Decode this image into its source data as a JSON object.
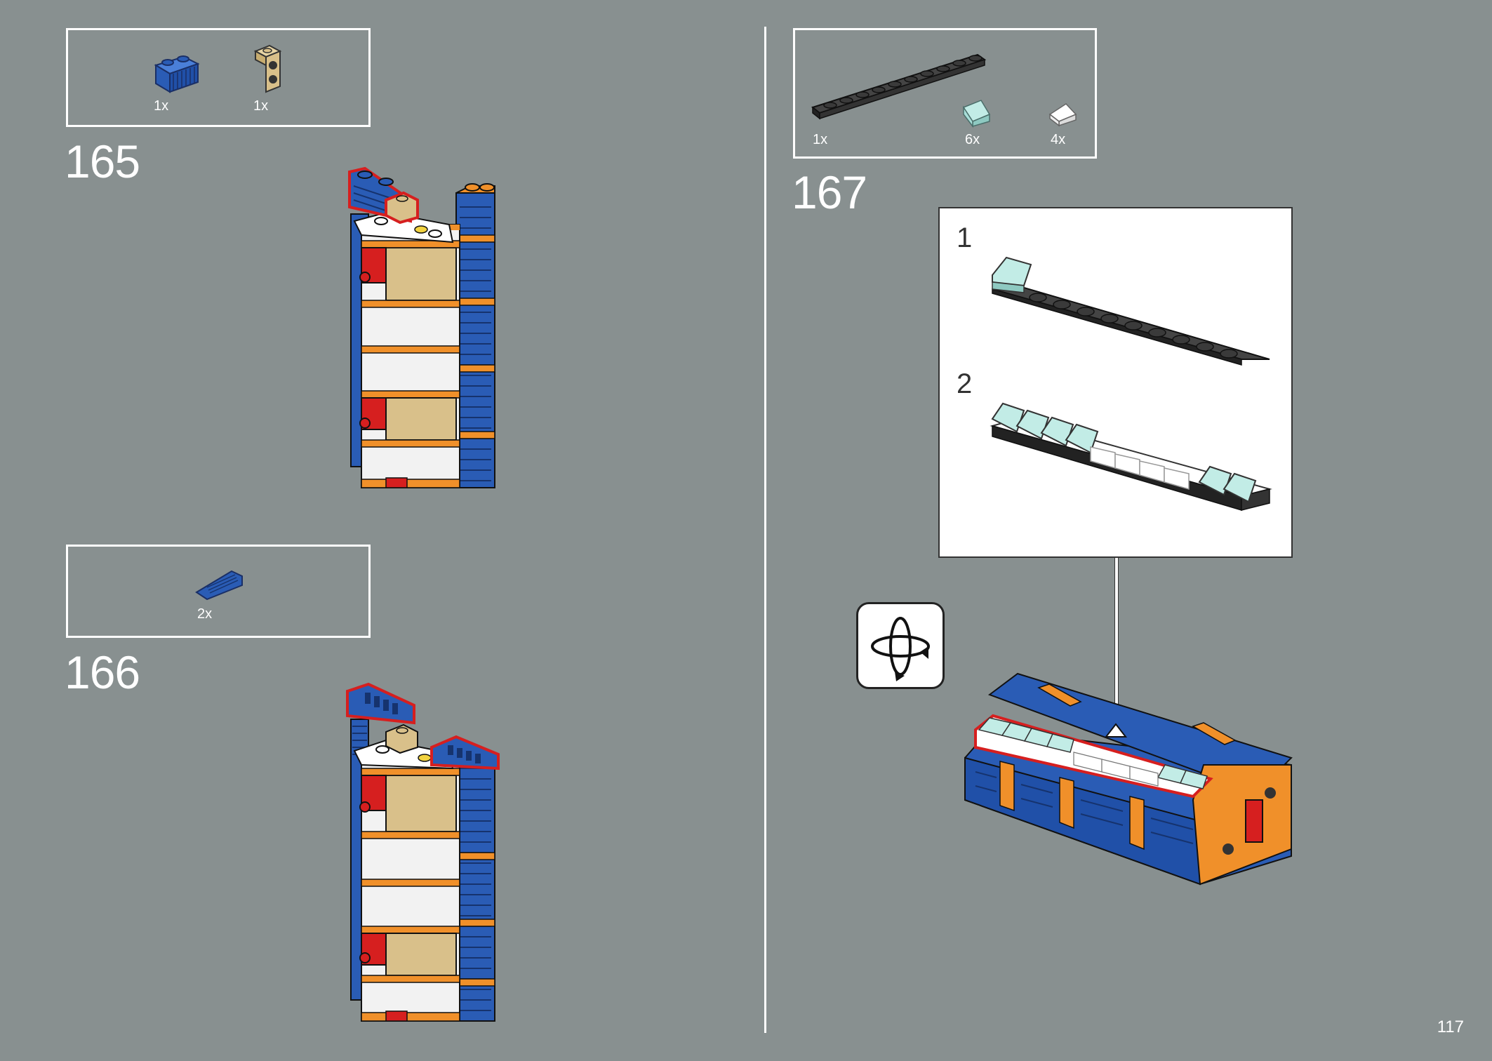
{
  "steps": [
    {
      "number": "165",
      "parts": [
        {
          "name": "blue-brick-1x2-grille-icon",
          "qty": "1x"
        },
        {
          "name": "tan-bracket-icon",
          "qty": "1x"
        }
      ]
    },
    {
      "number": "166",
      "parts": [
        {
          "name": "blue-slope-grille-icon",
          "qty": "2x"
        }
      ]
    },
    {
      "number": "167",
      "parts": [
        {
          "name": "black-plate-1x10-icon",
          "qty": "1x"
        },
        {
          "name": "trans-light-blue-slope-icon",
          "qty": "6x"
        },
        {
          "name": "white-slope-icon",
          "qty": "4x"
        }
      ],
      "substeps": [
        "1",
        "2"
      ]
    }
  ],
  "rotate_icon": "rotate-model-icon",
  "page_number": "117",
  "colors": {
    "background": "#889090",
    "blue": "#2a5cb5",
    "orange": "#f0902a",
    "red": "#d61f1f",
    "tan": "#d9c08a",
    "white": "#ffffff",
    "black": "#2b2b2b",
    "trans_blue": "#a8ded8"
  }
}
